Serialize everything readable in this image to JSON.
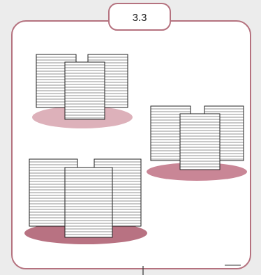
{
  "step_label": "3.3",
  "colors": {
    "background": "#ececec",
    "frame_stroke": "#b5727f",
    "panel_fill": "#ffffff",
    "connector": "#333333",
    "page_stroke": "#222222",
    "page_fill": "#ffffff",
    "shadow_light": "#ddb1ba",
    "shadow_mid": "#c98696",
    "shadow_dark": "#b87282"
  },
  "document_stacks": [
    {
      "name": "document-stack-top-left",
      "shadow_color": "shadow_light"
    },
    {
      "name": "document-stack-right",
      "shadow_color": "shadow_mid"
    },
    {
      "name": "document-stack-bottom-left",
      "shadow_color": "shadow_dark"
    }
  ]
}
